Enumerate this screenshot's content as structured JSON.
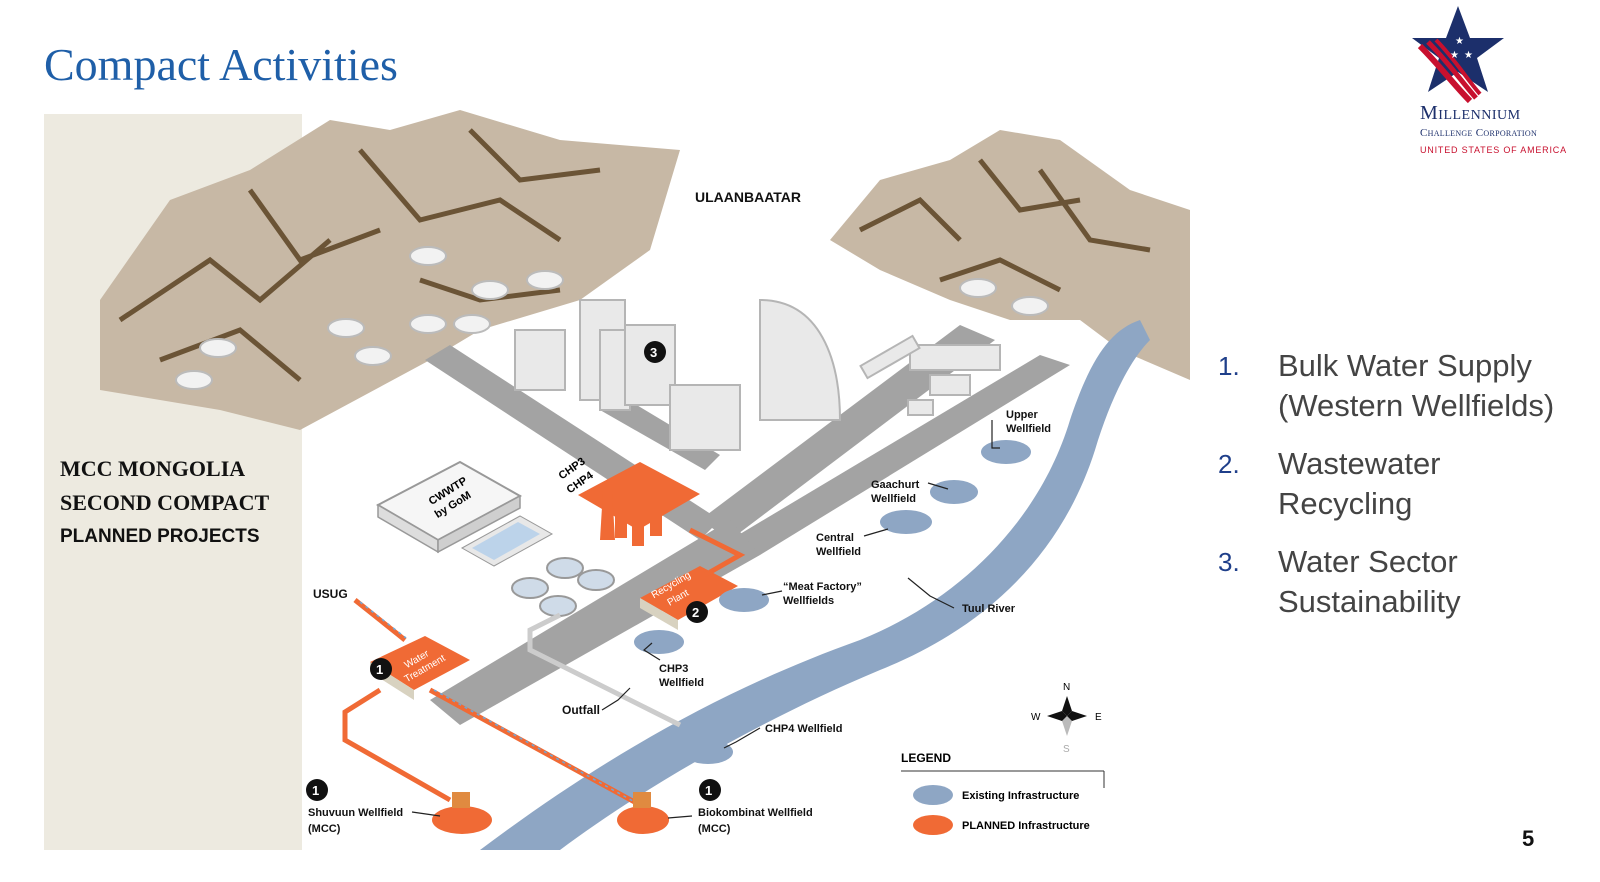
{
  "slide": {
    "title": "Compact Activities",
    "page_number": "5"
  },
  "logo": {
    "name_line1": "Millennium",
    "name_line2": "Challenge Corporation",
    "name_line3": "United States of America"
  },
  "panel": {
    "line1": "MCC MONGOLIA",
    "line2": "SECOND COMPACT",
    "line3": "PLANNED PROJECTS"
  },
  "map": {
    "city": "ULAANBAATAR",
    "cwwtp": "CWWTP",
    "cwwtp_by": "by GoM",
    "chp3": "CHP3",
    "chp4": "CHP4",
    "recycling_1": "Recycling",
    "recycling_2": "Plant",
    "water_1": "Water",
    "water_2": "Treatment",
    "usug": "USUG",
    "outfall": "Outfall",
    "upper_1": "Upper",
    "upper_2": "Wellfield",
    "gaachurt_1": "Gaachurt",
    "gaachurt_2": "Wellfield",
    "central_1": "Central",
    "central_2": "Wellfield",
    "meat_1": "“Meat Factory”",
    "meat_2": "Wellfields",
    "chp3wf_1": "CHP3",
    "chp3wf_2": "Wellfield",
    "chp4wf": "CHP4 Wellfield",
    "tuul": "Tuul River",
    "shuvuun_1": "Shuvuun Wellfield",
    "shuvuun_2": "(MCC)",
    "bio_1": "Biokombinat Wellfield",
    "bio_2": "(MCC)",
    "marker_1": "1",
    "marker_2": "2",
    "marker_3": "3",
    "compass_n": "N",
    "compass_s": "S",
    "compass_e": "E",
    "compass_w": "W",
    "legend_title": "LEGEND",
    "legend_existing": "Existing Infrastructure",
    "legend_planned": "PLANNED Infrastructure"
  },
  "projects": [
    {
      "num": "1.",
      "label": "Bulk Water Supply (Western Wellfields)"
    },
    {
      "num": "2.",
      "label": "Wastewater Recycling"
    },
    {
      "num": "3.",
      "label": "Water Sector Sustainability"
    }
  ],
  "colors": {
    "title_blue": "#1f5fa8",
    "existing": "#8ea6c4",
    "planned": "#f06a35",
    "mountain": "#c7b8a5",
    "road": "#a3a3a3"
  }
}
